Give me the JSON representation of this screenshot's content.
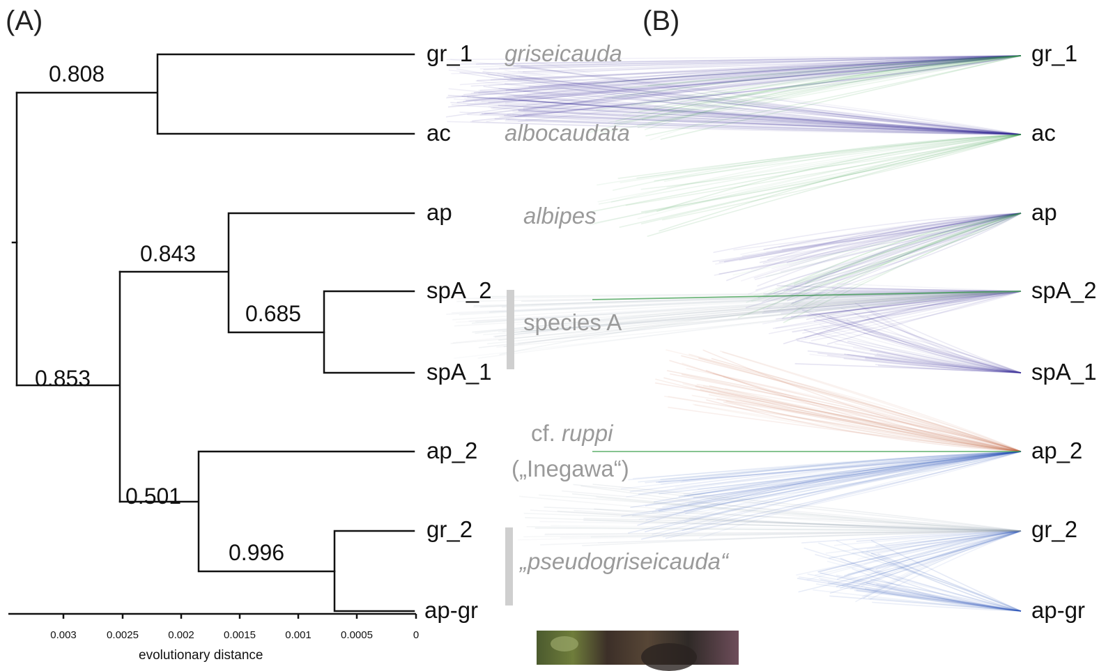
{
  "panels": {
    "a_label": "(A)",
    "b_label": "(B)"
  },
  "tree_a": {
    "tips": [
      "gr_1",
      "ac",
      "ap",
      "spA_2",
      "spA_1",
      "ap_2",
      "gr_2",
      "ap-gr"
    ],
    "supports": [
      "0.808",
      "0.843",
      "0.685",
      "0.853",
      "0.501",
      "0.996"
    ],
    "axis": {
      "ticks": [
        "0.003",
        "0.0025",
        "0.002",
        "0.0015",
        "0.001",
        "0.0005",
        "0"
      ],
      "title": "evolutionary distance"
    }
  },
  "species": {
    "griseicauda": "griseicauda",
    "albocaudata": "albocaudata",
    "albipes": "albipes",
    "species_a": "species A",
    "cf": "cf.",
    "ruppi": "ruppi",
    "inegawa": "(„Inegawa“)",
    "pseudogriseicauda": "„pseudogriseicauda“"
  },
  "tree_b": {
    "tips": [
      "gr_1",
      "ac",
      "ap",
      "spA_2",
      "spA_1",
      "ap_2",
      "gr_2",
      "ap-gr"
    ]
  },
  "colors": {
    "line": "#111111",
    "species_text": "#9a9a9a",
    "cloud_purple": "#3a2f9a",
    "cloud_green": "#3aa04a",
    "cloud_red": "#c0603a",
    "cloud_blue": "#2450b8",
    "cloud_grey": "#8a9aa8"
  }
}
